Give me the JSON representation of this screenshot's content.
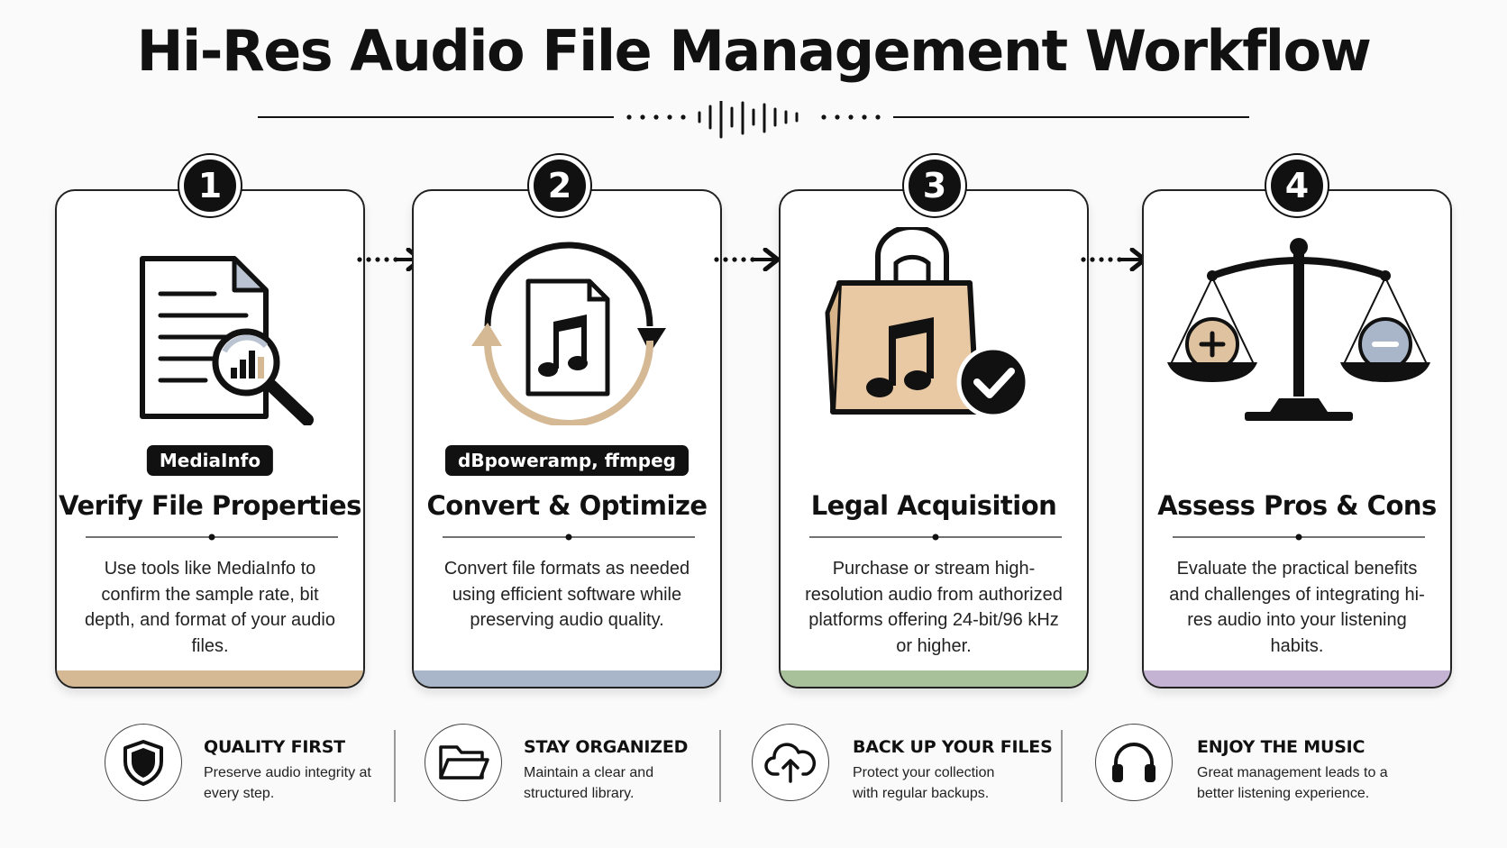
{
  "page": {
    "title": "Hi-Res Audio File Management Workflow"
  },
  "steps": [
    {
      "number": "1",
      "tool": "MediaInfo",
      "title": "Verify File Properties",
      "description": "Use tools like MediaInfo to confirm the sample rate, bit depth, and format of your audio files.",
      "icon": "document-magnifier-icon",
      "accent": "#d5b995"
    },
    {
      "number": "2",
      "tool": "dBpoweramp, ffmpeg",
      "title": "Convert & Optimize",
      "description": "Convert file formats as needed using efficient software while preserving audio quality.",
      "icon": "convert-cycle-icon",
      "accent": "#a9b6c9"
    },
    {
      "number": "3",
      "tool": "",
      "title": "Legal Acquisition",
      "description": "Purchase or stream high-resolution audio from authorized platforms offering 24-bit/96 kHz or higher.",
      "icon": "shopping-bag-music-icon",
      "accent": "#a9c19a"
    },
    {
      "number": "4",
      "tool": "",
      "title": "Assess Pros & Cons",
      "description": "Evaluate the practical benefits and challenges of integrating hi-res audio into your listening habits.",
      "icon": "balance-scale-icon",
      "accent": "#c4b3d3"
    }
  ],
  "tips": [
    {
      "title": "QUALITY FIRST",
      "description": "Preserve audio integrity at every step.",
      "icon": "shield-icon"
    },
    {
      "title": "STAY ORGANIZED",
      "description": "Maintain a clear and structured library.",
      "icon": "folder-icon"
    },
    {
      "title": "BACK UP YOUR FILES",
      "description": "Protect your collection with regular backups.",
      "icon": "cloud-upload-icon"
    },
    {
      "title": "ENJOY THE MUSIC",
      "description": "Great management leads to a better listening experience.",
      "icon": "headphones-icon"
    }
  ],
  "colors": {
    "ink": "#111111",
    "tan": "#d5b995",
    "bag": "#e8c9a3",
    "plus": "#dfc3a0",
    "minus": "#a9b6c9"
  }
}
